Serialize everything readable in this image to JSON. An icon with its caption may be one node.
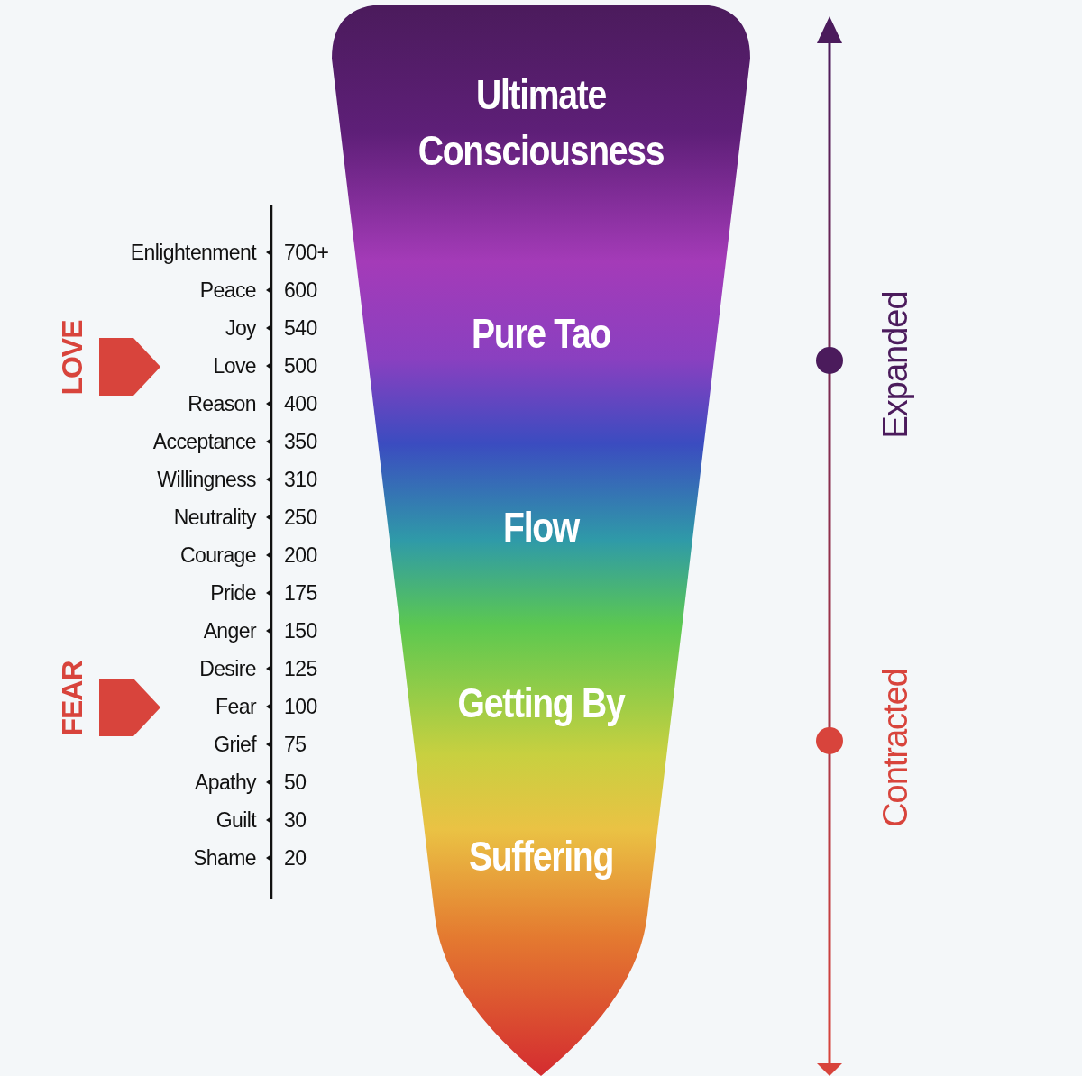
{
  "diagram": {
    "nodes": [
      {
        "text": [
          "Ultimate Consciousness",
          "Pure Tao",
          "Flow",
          "Getting By",
          "Suffering"
        ]
      }
    ],
    "edges": [],
    "labels": [
      "Enlightenment",
      "700+",
      "Peace",
      "600",
      "Joy",
      "540",
      "Love",
      "500",
      "Reason",
      "400",
      "Acceptance",
      "350",
      "Willingness",
      "310",
      "Neutrality",
      "250",
      "Courage",
      "200",
      "Pride",
      "175",
      "Anger",
      "150",
      "Desire",
      "125",
      "Fear",
      "100",
      "Grief",
      "75",
      "Apathy",
      "50",
      "Guilt",
      "30",
      "Shame",
      "20",
      "LOVE",
      "FEAR",
      "Expanded",
      "Contracted"
    ]
  }
}
